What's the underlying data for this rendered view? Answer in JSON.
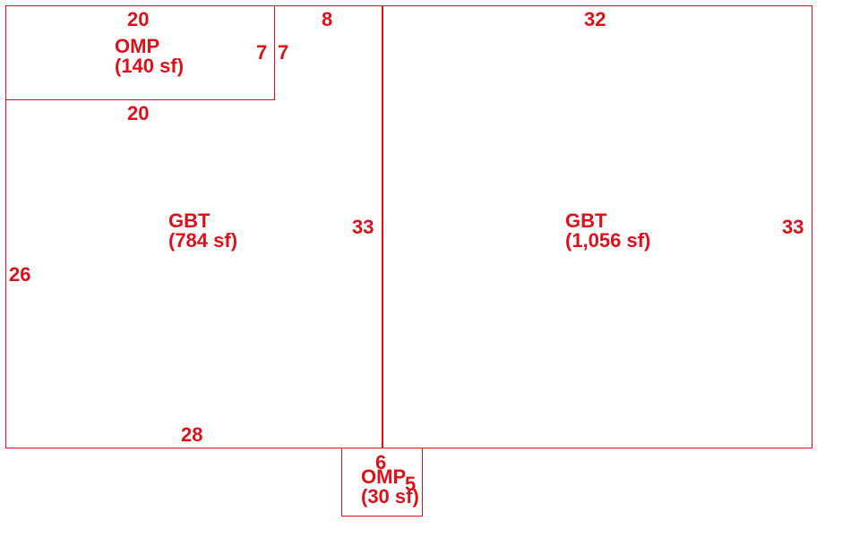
{
  "colors": {
    "line": "#e0101a",
    "text": "#e0101a",
    "background": "#ffffff"
  },
  "areas": {
    "omp_top": {
      "name": "OMP",
      "area": "(140 sf)"
    },
    "gbt_left": {
      "name": "GBT",
      "area": "(784 sf)"
    },
    "gbt_right": {
      "name": "GBT",
      "area": "(1,056 sf)"
    },
    "omp_bottom": {
      "name": "OMP",
      "area": "(30 sf)"
    }
  },
  "dimensions": {
    "omp_top_top": "20",
    "omp_top_bottom": "20",
    "omp_top_side_a": "7",
    "omp_top_side_b": "7",
    "gbt_left_top": "8",
    "gbt_left_middle": "33",
    "gbt_left_side": "26",
    "gbt_left_bottom": "28",
    "gbt_right_top": "32",
    "gbt_right_side": "33",
    "omp_bottom_top": "6",
    "omp_bottom_side": "5"
  }
}
